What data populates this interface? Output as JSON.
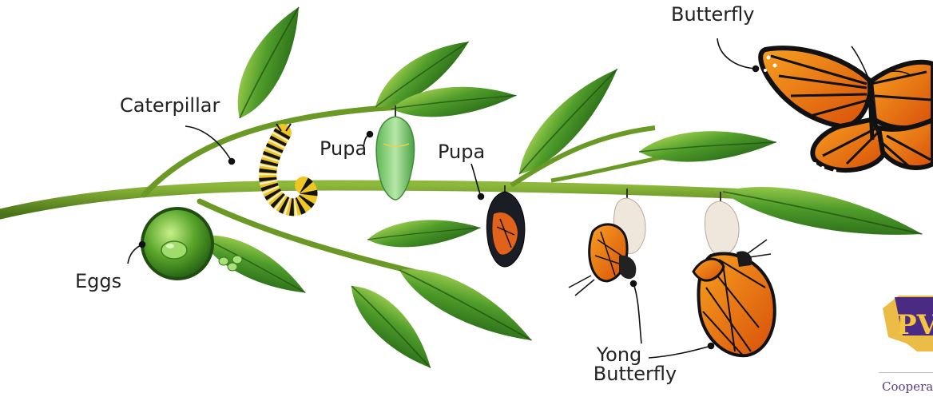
{
  "labels": {
    "butterfly": "Butterfly",
    "caterpillar": "Caterpillar",
    "pupa_1": "Pupa",
    "pupa_2": "Pupa",
    "eggs": "Eggs",
    "young_butterfly_line1": "Yong",
    "young_butterfly_line2": "Butterfly"
  },
  "logo": {
    "letters": "PVA",
    "footer_text": "Cooperati"
  },
  "colors": {
    "stem": "#5d8a1f",
    "leaf_dark": "#2f7a1c",
    "leaf_light": "#9ccc3f",
    "wing_orange": "#f07a12",
    "wing_black": "#1a1a1a",
    "chrysalis_green": "#7cc96a",
    "logo_purple": "#4b2a84",
    "logo_gold": "#e9b632"
  }
}
